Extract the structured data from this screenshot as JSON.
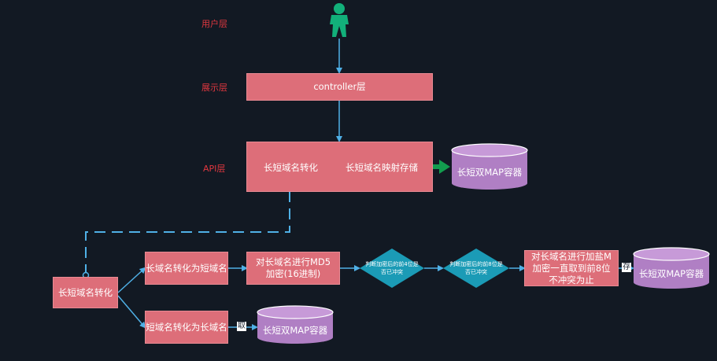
{
  "layers": {
    "user": "用户层",
    "display": "展示层",
    "api": "API层"
  },
  "boxes": {
    "controller": "controller层",
    "api_convert": "长短域名转化",
    "api_map_store": "长短域名映射存储",
    "root_convert": "长短域名转化",
    "long_to_short": "长域名转化为短域名",
    "short_to_long": "短域名转化为长域名",
    "md5": "对长域名进行MD5加密(16进制)",
    "salt": "对长域名进行加盐M加密一直取到前8位不冲突为止"
  },
  "diamonds": {
    "check4": "判断加密后的前4位是否已冲突",
    "check8": "判断加密后的前8位是否已冲突"
  },
  "cylinders": {
    "top": "长短双MAP容器",
    "right": "长短双MAP容器",
    "bottom": "长短双MAP容器"
  },
  "tags": {
    "store": "存",
    "fetch": "取"
  },
  "colors": {
    "background": "#121923",
    "box": "#dd6e79",
    "cylinder": "#b07fc4",
    "diamond": "#1b9bb6",
    "arrow": "#4fb0e6",
    "green_arrow": "#129c4e",
    "person": "#12b07a",
    "layer_label": "#e0373f"
  },
  "icons": {
    "user": "person-icon"
  }
}
